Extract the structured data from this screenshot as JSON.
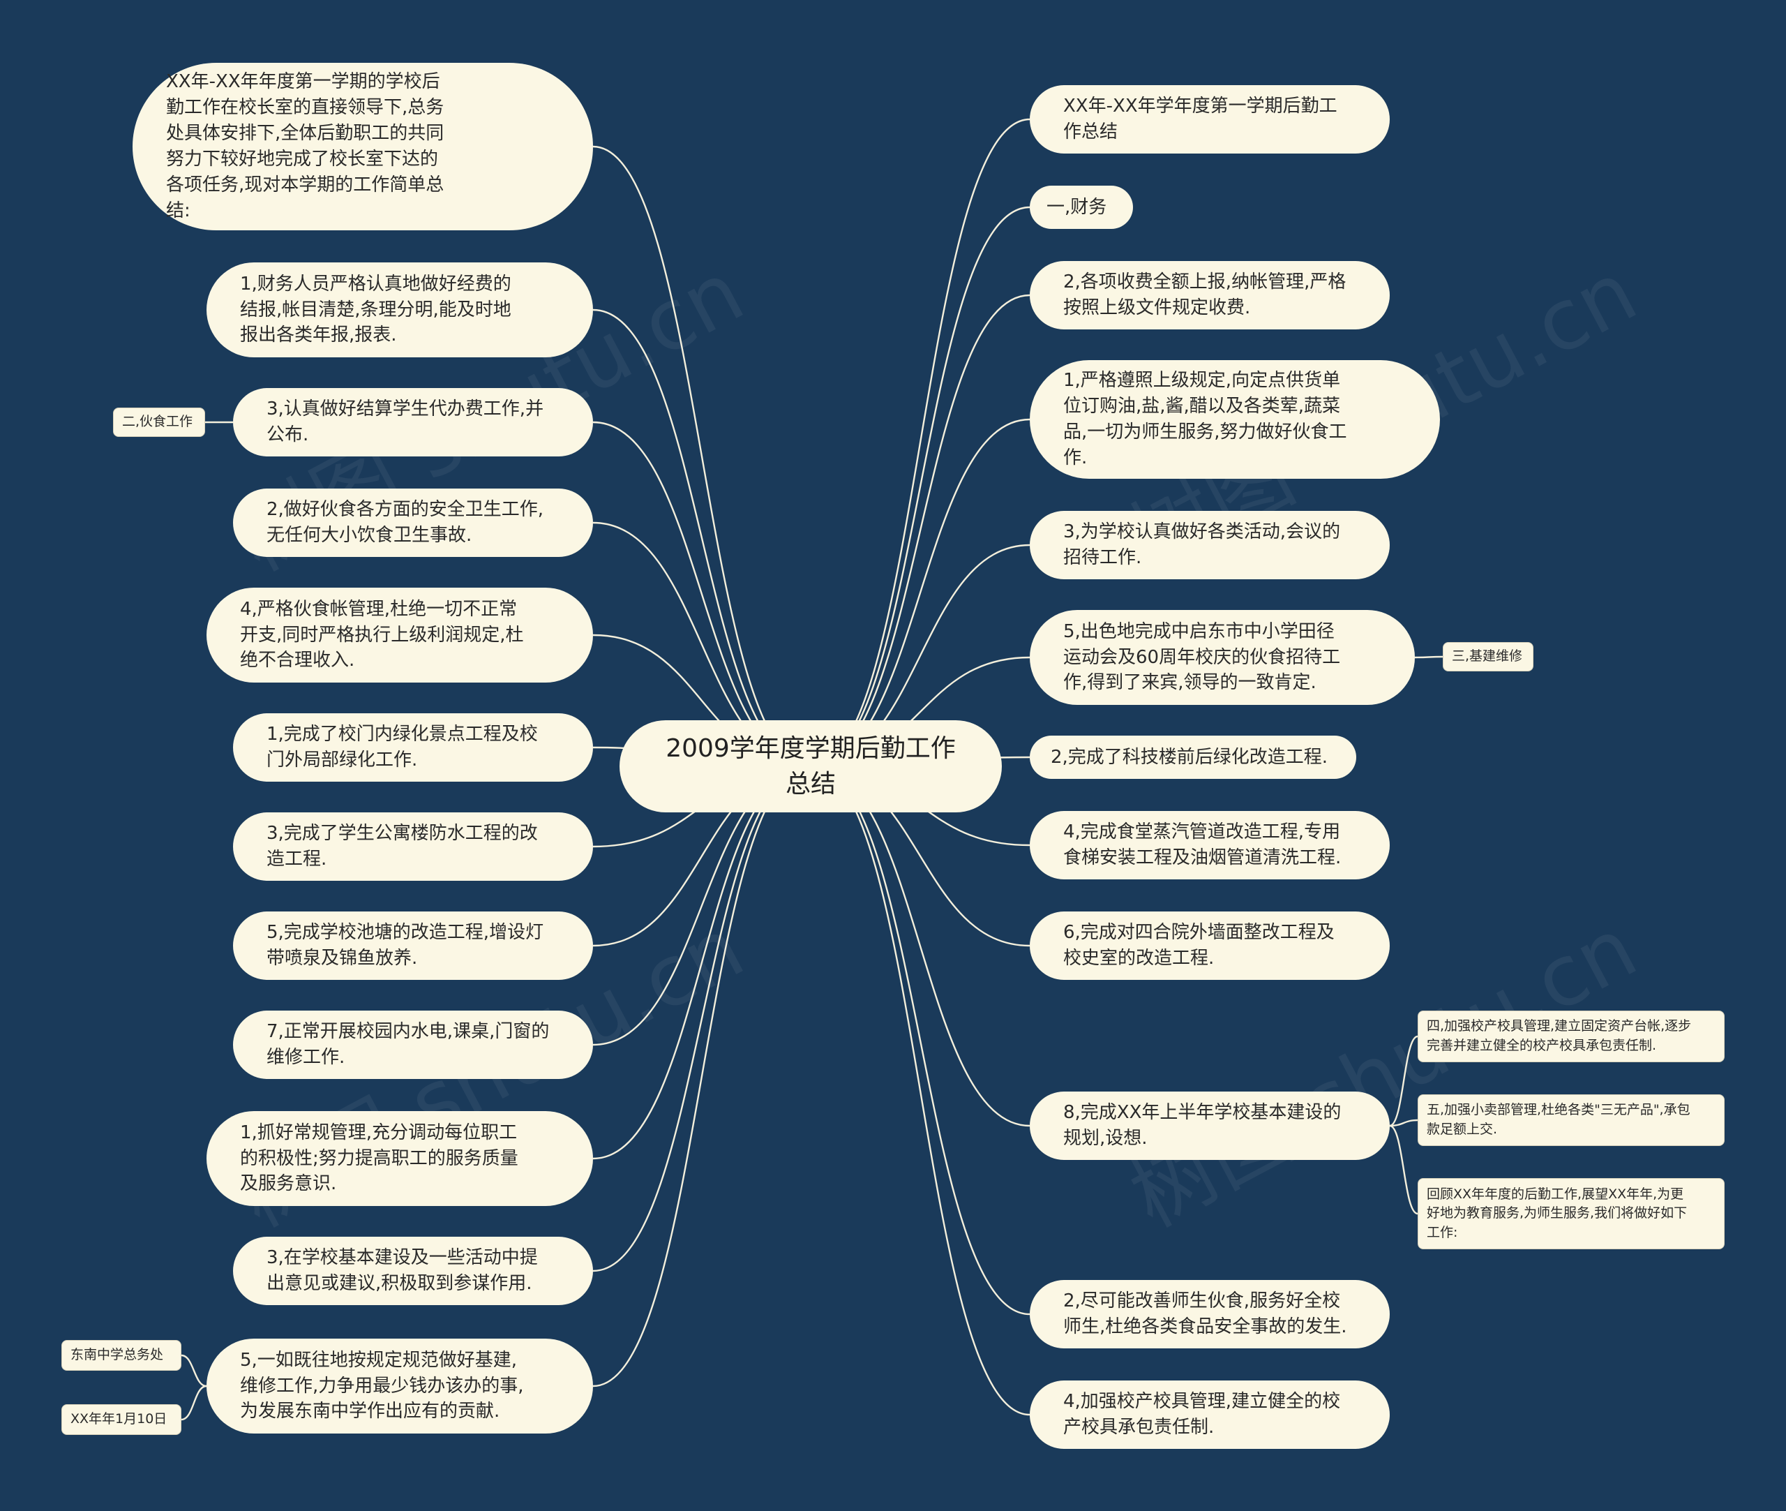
{
  "diagram": {
    "center": "2009学年度学期后勤工作\n总结",
    "left_nodes": [
      "XX年-XX年年度第一学期的学校后\n勤工作在校长室的直接领导下,总务\n处具体安排下,全体后勤职工的共同\n努力下较好地完成了校长室下达的\n各项任务,现对本学期的工作简单总\n结:",
      "1,财务人员严格认真地做好经费的\n结报,帐目清楚,条理分明,能及时地\n报出各类年报,报表.",
      "3,认真做好结算学生代办费工作,并\n公布.",
      "2,做好伙食各方面的安全卫生工作,\n无任何大小饮食卫生事故.",
      "4,严格伙食帐管理,杜绝一切不正常\n开支,同时严格执行上级利润规定,杜\n绝不合理收入.",
      "1,完成了校门内绿化景点工程及校\n门外局部绿化工作.",
      "3,完成了学生公寓楼防水工程的改\n造工程.",
      "5,完成学校池塘的改造工程,增设灯\n带喷泉及锦鱼放养.",
      "7,正常开展校园内水电,课桌,门窗的\n维修工作.",
      "1,抓好常规管理,充分调动每位职工\n的积极性;努力提高职工的服务质量\n及服务意识.",
      "3,在学校基本建设及一些活动中提\n出意见或建议,积极取到参谋作用.",
      "5,一如既往地按规定规范做好基建,\n维修工作,力争用最少钱办该办的事,\n为发展东南中学作出应有的贡献."
    ],
    "right_nodes": [
      "XX年-XX年学年度第一学期后勤工\n作总结",
      "一,财务",
      "2,各项收费全额上报,纳帐管理,严格\n按照上级文件规定收费.",
      "1,严格遵照上级规定,向定点供货单\n位订购油,盐,酱,醋以及各类荤,蔬菜\n品,一切为师生服务,努力做好伙食工\n作.",
      "3,为学校认真做好各类活动,会议的\n招待工作.",
      "5,出色地完成中启东市中小学田径\n运动会及60周年校庆的伙食招待工\n作,得到了来宾,领导的一致肯定.",
      "2,完成了科技楼前后绿化改造工程.",
      "4,完成食堂蒸汽管道改造工程,专用\n食梯安装工程及油烟管道清洗工程.",
      "6,完成对四合院外墙面整改工程及\n校史室的改造工程.",
      "8,完成XX年上半年学校基本建设的\n规划,设想.",
      "2,尽可能改善师生伙食,服务好全校\n师生,杜绝各类食品安全事故的发生.",
      "4,加强校产校具管理,建立健全的校\n产校具承包责任制."
    ],
    "leaf_nodes": {
      "canteen": "二,伙食工作",
      "construction": "三,基建维修",
      "item4": "四,加强校产校具管理,建立固定资产台帐,逐步\n完善并建立健全的校产校具承包责任制.",
      "item5": "五,加强小卖部管理,杜绝各类\"三无产品\",承包\n款足额上交.",
      "review": "回顾XX年年度的后勤工作,展望XX年年,为更\n好地为教育服务,为师生服务,我们将做好如下\n工作:",
      "office": "东南中学总务处",
      "date": "XX年年1月10日"
    },
    "watermark": "树图 shutu.cn"
  },
  "colors": {
    "background": "#1a3a5a",
    "node_fill": "#fbf7e4",
    "link": "#f3efdc"
  }
}
